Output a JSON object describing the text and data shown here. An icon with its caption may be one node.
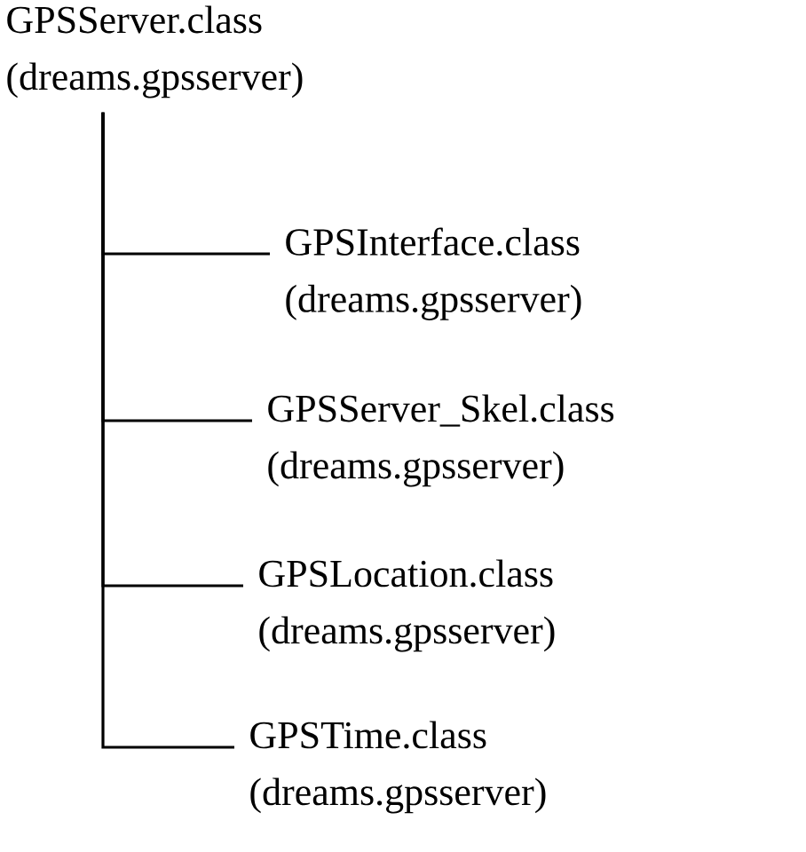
{
  "diagram": {
    "nodes": [
      {
        "text": [
          "GPSServer.class (dreams.gpsserver)"
        ]
      },
      {
        "text": [
          "GPSInterface.class (dreams.gpsserver)"
        ]
      },
      {
        "text": [
          "GPSServer_Skel.class (dreams.gpsserver)"
        ]
      },
      {
        "text": [
          "GPSLocation.class (dreams.gpsserver)"
        ]
      },
      {
        "text": [
          "GPSTime.class (dreams.gpsserver)"
        ]
      }
    ],
    "edges": [
      {
        "from": 0,
        "to": 1,
        "arrow": "none"
      },
      {
        "from": 0,
        "to": 2,
        "arrow": "none"
      },
      {
        "from": 0,
        "to": 3,
        "arrow": "none"
      },
      {
        "from": 0,
        "to": 4,
        "arrow": "none"
      }
    ]
  }
}
